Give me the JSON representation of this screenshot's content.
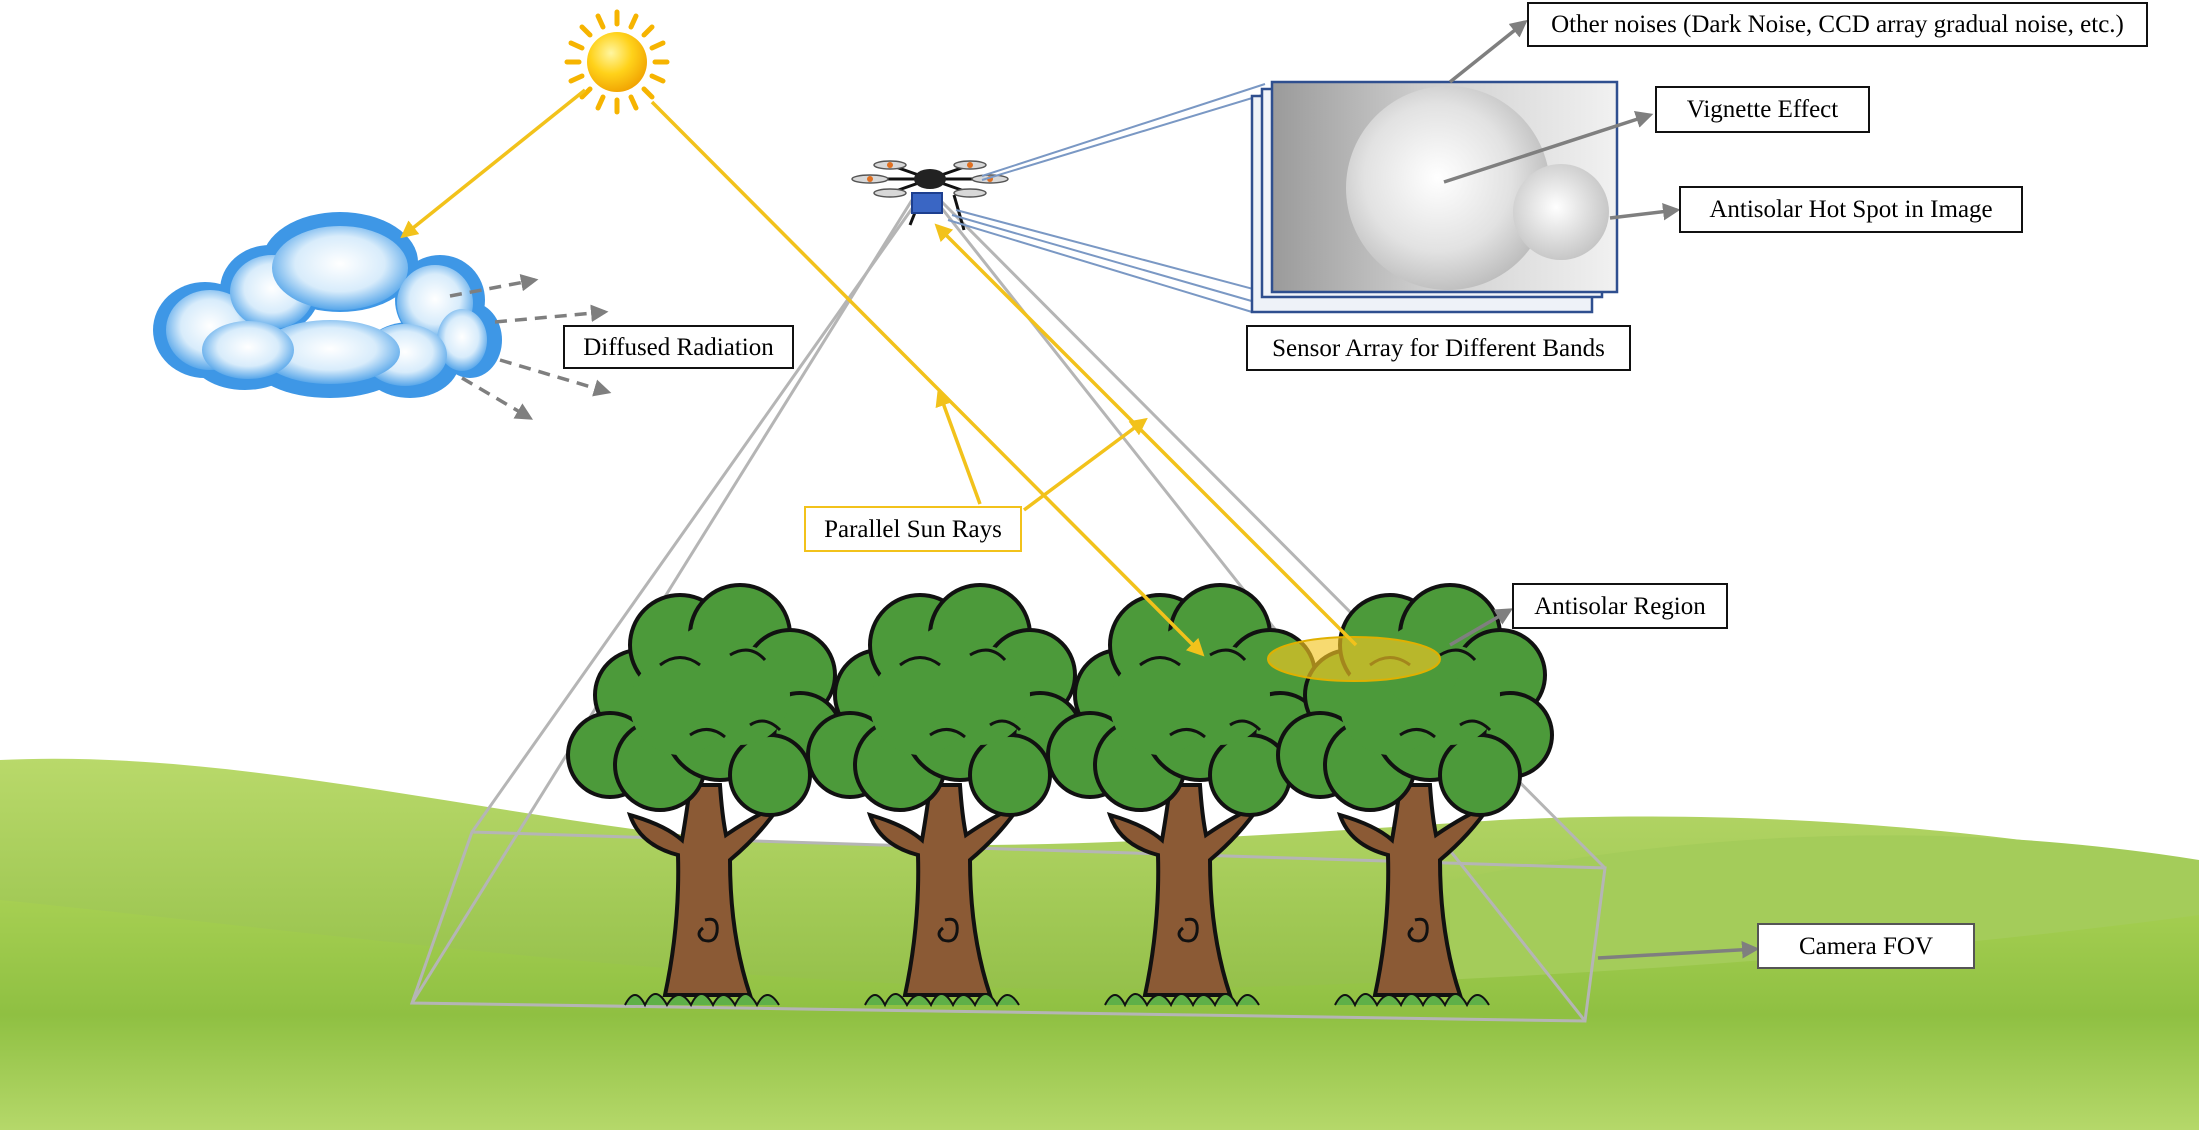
{
  "labels": {
    "other_noises": "Other noises (Dark Noise, CCD array gradual noise, etc.)",
    "vignette": "Vignette Effect",
    "hotspot": "Antisolar Hot Spot in Image",
    "sensor_array": "Sensor Array for Different Bands",
    "diffused": "Diffused Radiation",
    "sun_rays": "Parallel Sun Rays",
    "antisolar_region": "Antisolar Region",
    "camera_fov": "Camera FOV"
  },
  "colors": {
    "sun_ray": "#f2c21b",
    "arrow_gray": "#7f7f7f",
    "fov_line": "#b5b5b5",
    "sensor_outline": "#2f4f8f",
    "sky": "#ffffff",
    "grass_light": "#a9cf55",
    "grass_dark": "#6fa82d",
    "cloud": "#4aa3ea",
    "tree_leaf": "#4c9a3a",
    "tree_trunk": "#8b5a35",
    "antisolar_fill": "#f3c623"
  }
}
